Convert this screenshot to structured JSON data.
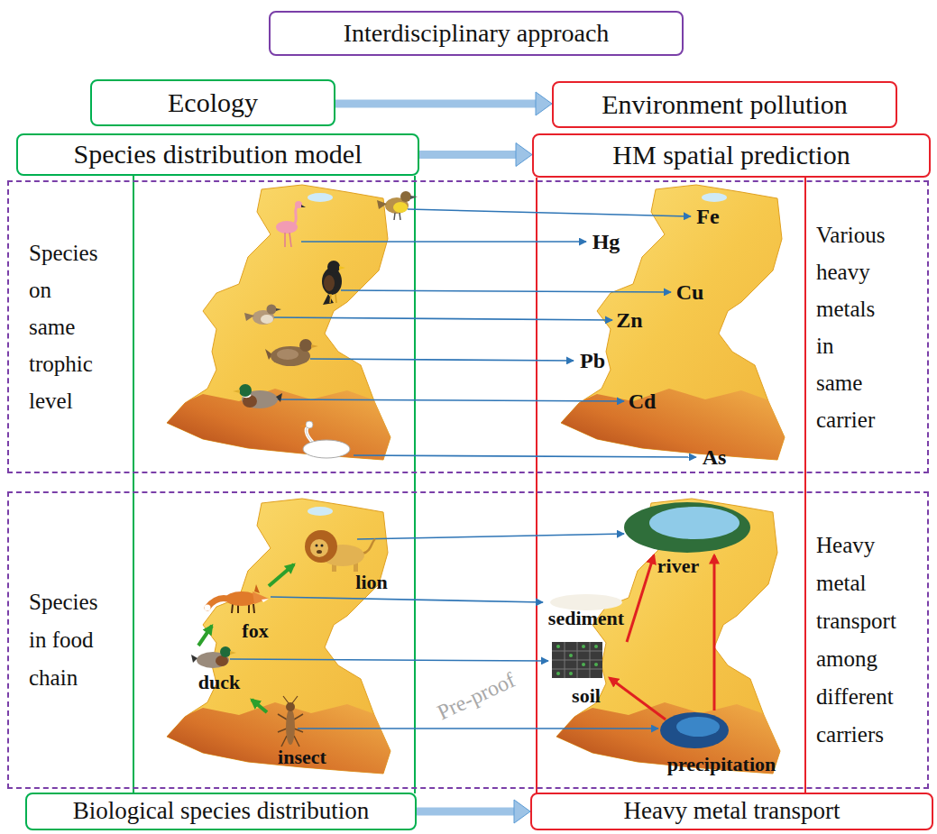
{
  "diagram": {
    "nodes": [
      {
        "text": [
          "Interdisciplinary approach"
        ]
      },
      {
        "text": [
          "Ecology"
        ]
      },
      {
        "text": [
          "Environment pollution"
        ]
      },
      {
        "text": [
          "Species distribution model"
        ]
      },
      {
        "text": [
          "HM spatial prediction"
        ]
      },
      {
        "text": [
          "Species on same trophic level",
          "Various heavy metals in same carrier"
        ]
      },
      {
        "text": [
          "Species in food chain",
          "Heavy metal transport among different carriers"
        ]
      },
      {
        "text": [
          "Biological species distribution"
        ]
      },
      {
        "text": [
          "Heavy metal transport"
        ]
      }
    ],
    "edges": [
      {
        "from": 1,
        "to": 2,
        "arrow": "to"
      },
      {
        "from": 3,
        "to": 4,
        "arrow": "to"
      },
      {
        "from": 7,
        "to": 8,
        "arrow": "to"
      }
    ],
    "labels": [
      "Fe",
      "Hg",
      "Cu",
      "Zn",
      "Pb",
      "Cd",
      "As",
      "lion",
      "fox",
      "duck",
      "insect",
      "river",
      "sediment",
      "soil",
      "precipitation",
      "Pre-proof"
    ]
  }
}
